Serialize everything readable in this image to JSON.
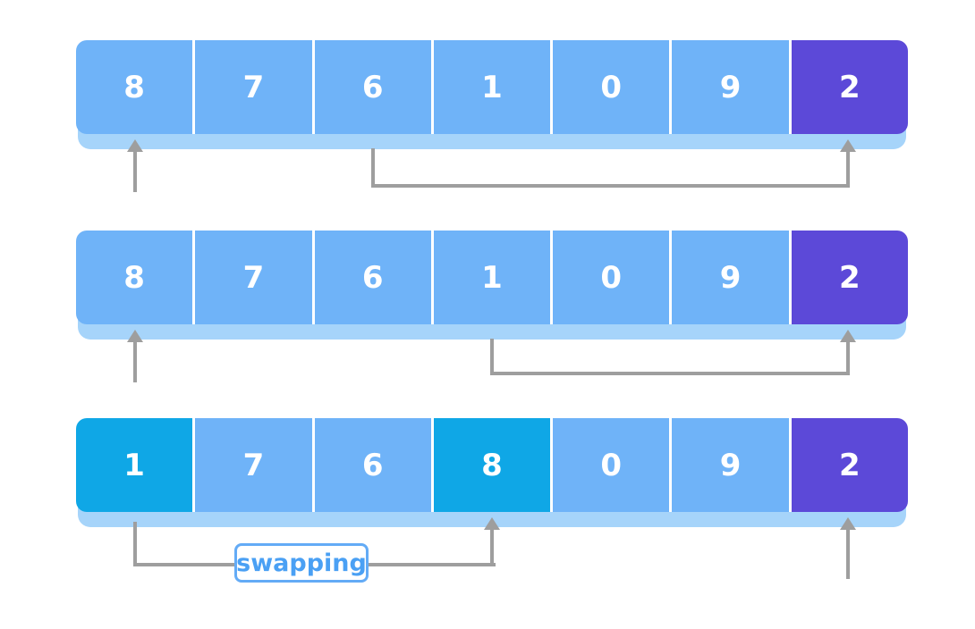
{
  "diagram": {
    "steps": [
      {
        "cells": [
          {
            "value": "8",
            "state": "default"
          },
          {
            "value": "7",
            "state": "default"
          },
          {
            "value": "6",
            "state": "default"
          },
          {
            "value": "1",
            "state": "default"
          },
          {
            "value": "0",
            "state": "default"
          },
          {
            "value": "9",
            "state": "default"
          },
          {
            "value": "2",
            "state": "pivot"
          }
        ]
      },
      {
        "cells": [
          {
            "value": "8",
            "state": "default"
          },
          {
            "value": "7",
            "state": "default"
          },
          {
            "value": "6",
            "state": "default"
          },
          {
            "value": "1",
            "state": "default"
          },
          {
            "value": "0",
            "state": "default"
          },
          {
            "value": "9",
            "state": "default"
          },
          {
            "value": "2",
            "state": "pivot"
          }
        ]
      },
      {
        "cells": [
          {
            "value": "1",
            "state": "swapped"
          },
          {
            "value": "7",
            "state": "default"
          },
          {
            "value": "6",
            "state": "default"
          },
          {
            "value": "8",
            "state": "swapped"
          },
          {
            "value": "0",
            "state": "default"
          },
          {
            "value": "9",
            "state": "default"
          },
          {
            "value": "2",
            "state": "pivot"
          }
        ]
      }
    ],
    "swap_label": "swapping"
  },
  "colors": {
    "cell-blue": "#6fb3f8",
    "shadow-blue": "#a6d4fa",
    "pivot-purple": "#5c49d8",
    "swap-cyan": "#0fa7e6",
    "arrow-gray": "#9e9e9e",
    "label-blue": "#4aa0f4",
    "label-border": "#63abf6",
    "divider-white": "#ffffff",
    "page-bg": "#ffffff"
  }
}
